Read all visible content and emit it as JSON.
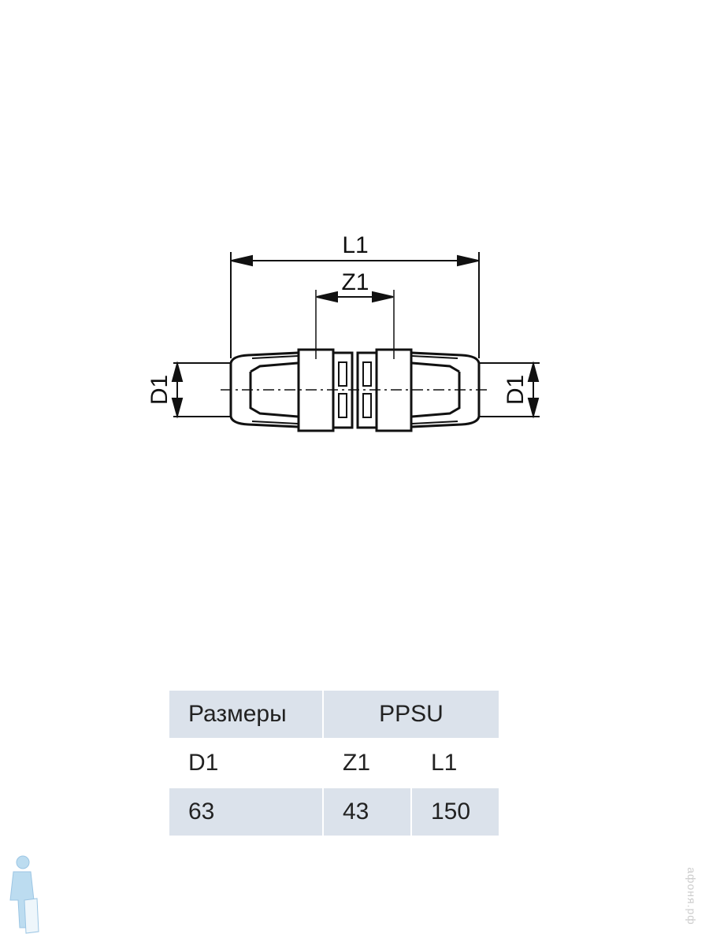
{
  "drawing": {
    "dimension_labels": {
      "overall_length": "L1",
      "insertion_length": "Z1",
      "diameter_left": "D1",
      "diameter_right": "D1"
    }
  },
  "table": {
    "header": {
      "sizes": "Размеры",
      "material": "PPSU"
    },
    "columns": [
      "D1",
      "Z1",
      "L1"
    ],
    "rows": [
      [
        "63",
        "43",
        "150"
      ]
    ]
  },
  "watermark": "афоня.рф",
  "colors": {
    "header_bg": "#dbe2eb",
    "logo": "#b9d9ee"
  }
}
